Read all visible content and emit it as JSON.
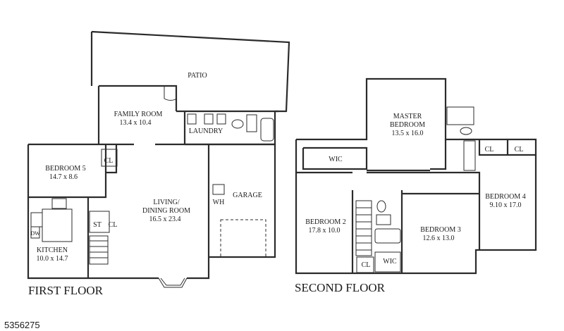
{
  "first_floor": {
    "title": "FIRST FLOOR",
    "patio": "PATIO",
    "family_room": {
      "name": "FAMILY ROOM",
      "dims": "13.4 x 10.4"
    },
    "laundry": "LAUNDRY",
    "bedroom5": {
      "name": "BEDROOM 5",
      "dims": "14.7 x 8.6"
    },
    "cl": "CL",
    "living": {
      "name1": "LIVING/",
      "name2": "DINING ROOM",
      "dims": "16.5 x 23.4"
    },
    "garage": "GARAGE",
    "wh": "WH",
    "st": "ST",
    "dw": "DW",
    "kitchen": {
      "name": "KITCHEN",
      "dims": "10.0 x 14.7"
    }
  },
  "second_floor": {
    "title": "SECOND FLOOR",
    "master": {
      "name1": "MASTER",
      "name2": "BEDROOM",
      "dims": "13.5 x 16.0"
    },
    "wic": "WIC",
    "cl": "CL",
    "bedroom4": {
      "name": "BEDROOM 4",
      "dims": "9.10 x 17.0"
    },
    "bedroom2": {
      "name": "BEDROOM 2",
      "dims": "17.8 x 10.0"
    },
    "bedroom3": {
      "name": "BEDROOM 3",
      "dims": "12.6 x 13.0"
    }
  },
  "listing_id": "5356275"
}
